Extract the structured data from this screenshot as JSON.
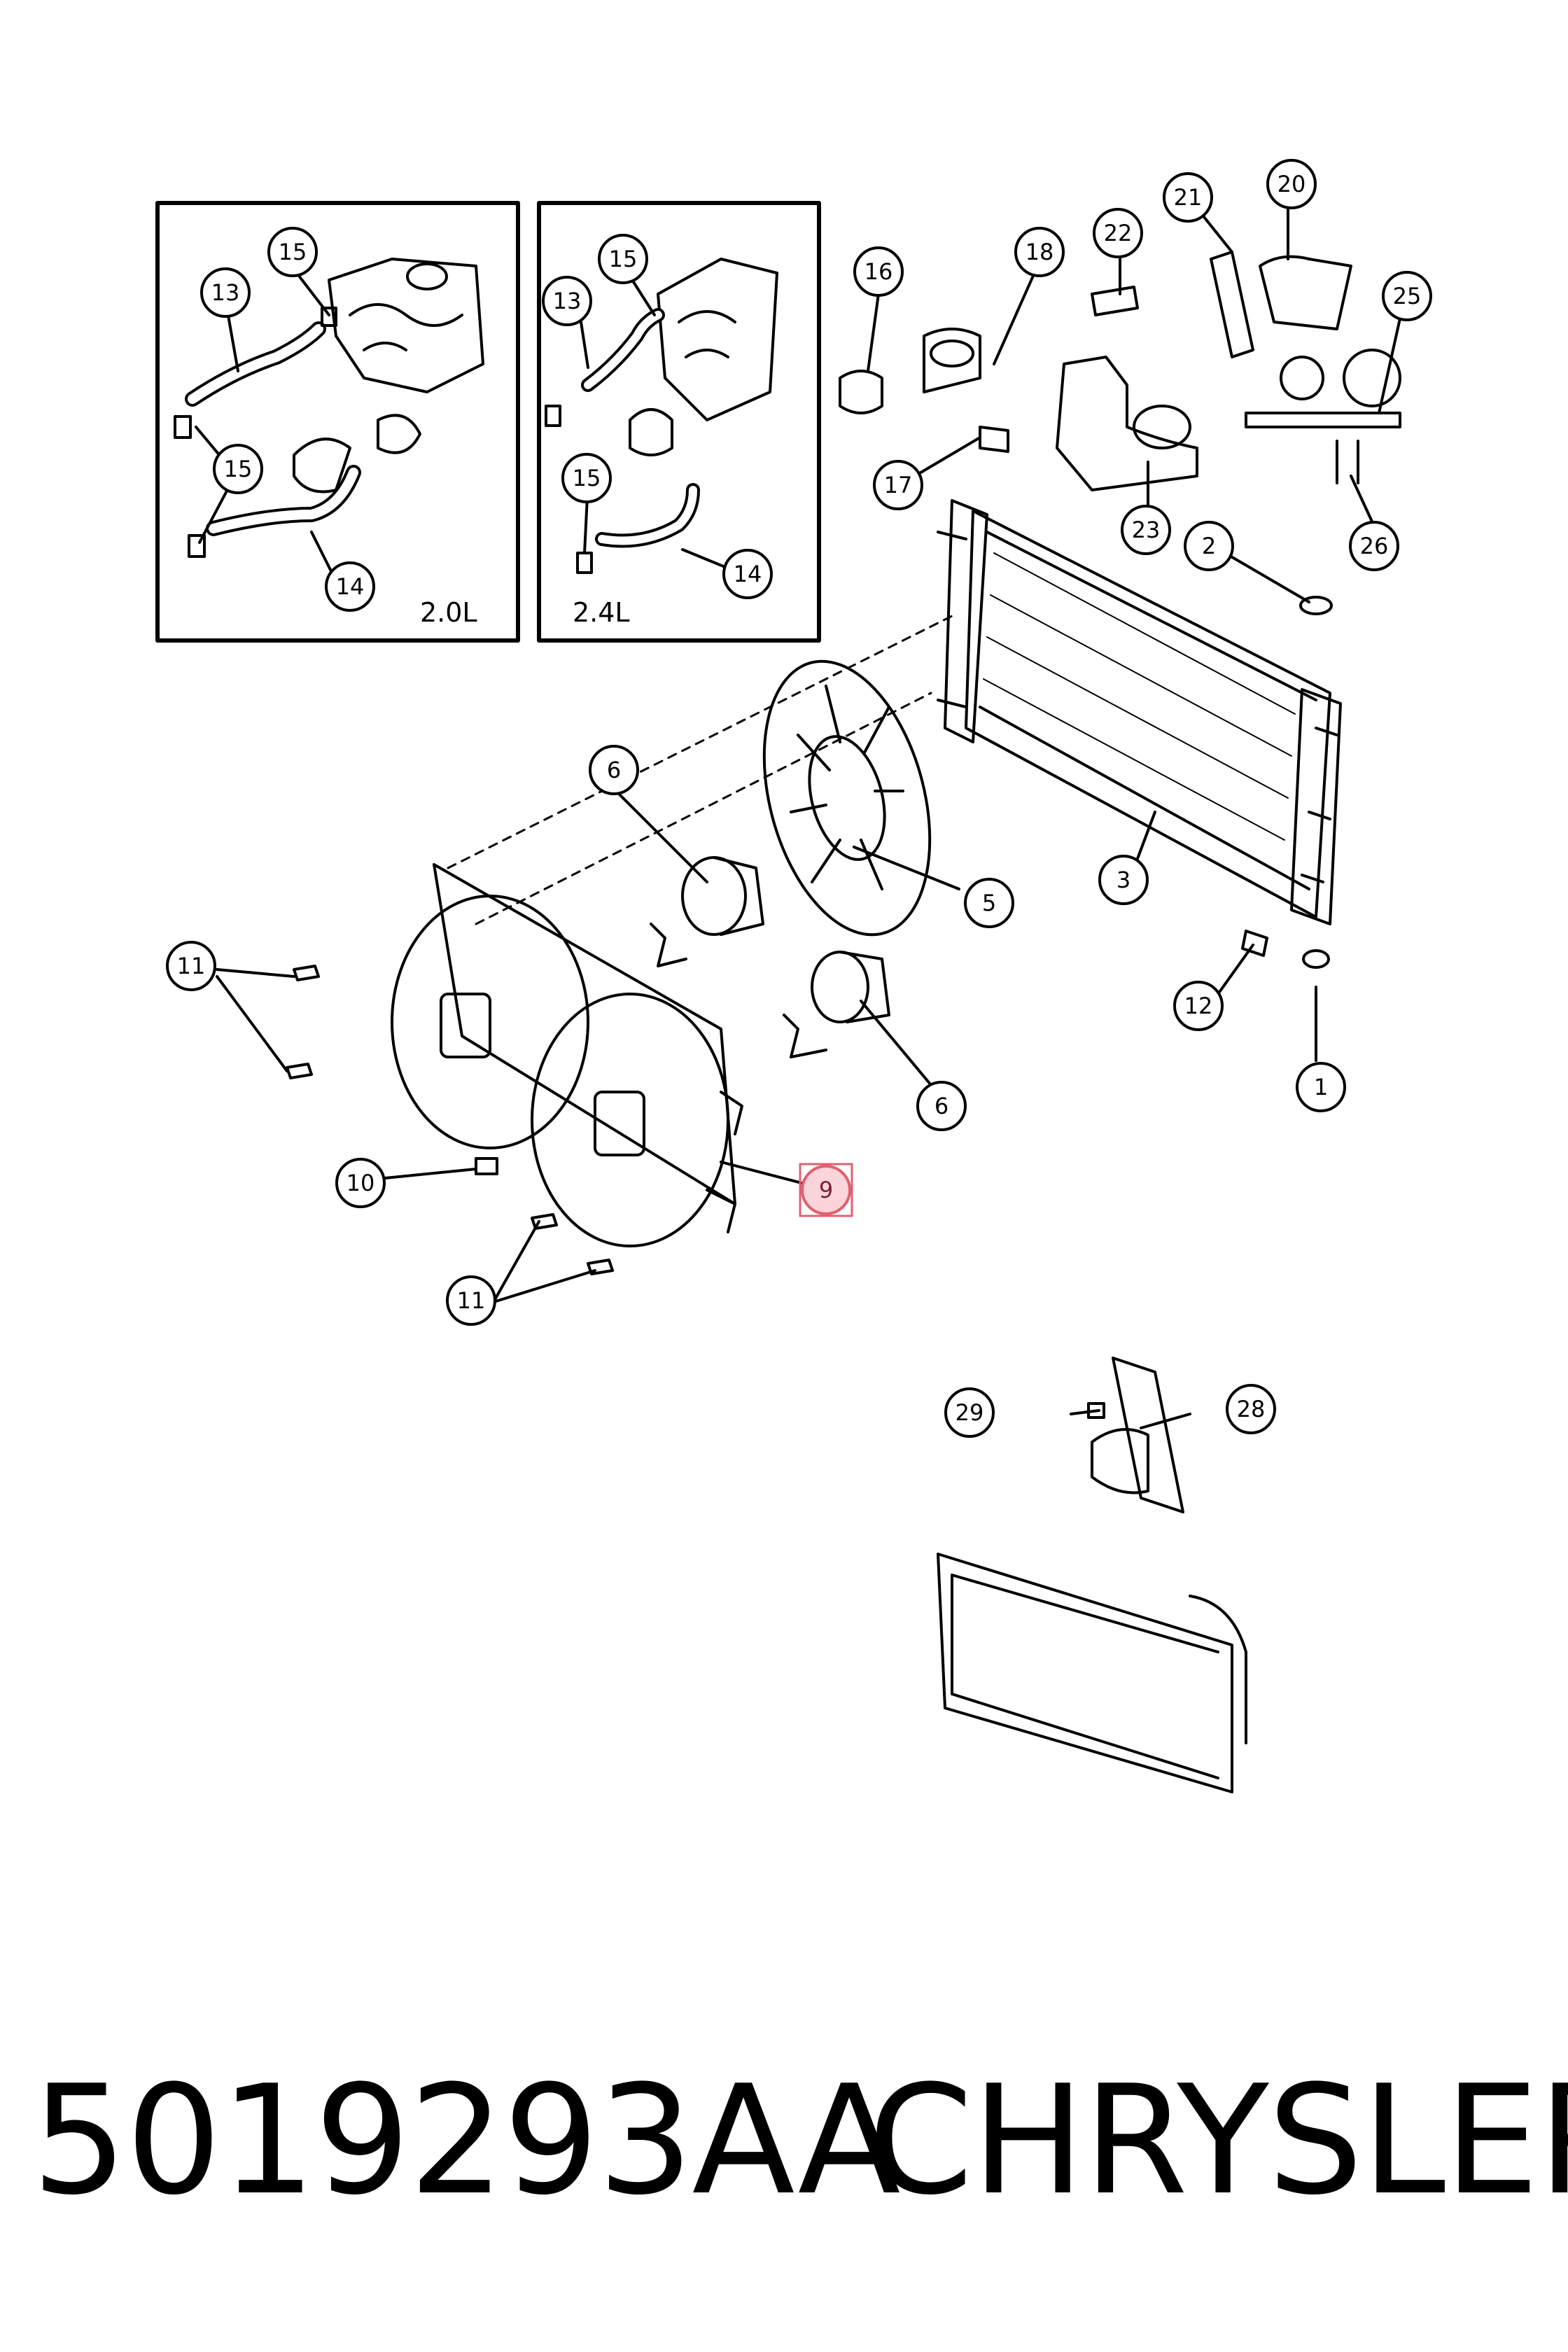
{
  "insets": [
    {
      "label": "2.0L"
    },
    {
      "label": "2.4L"
    }
  ],
  "callouts": {
    "c1": "1",
    "c2": "2",
    "c3": "3",
    "c5": "5",
    "c6a": "6",
    "c6b": "6",
    "c9": "9",
    "c10": "10",
    "c11a": "11",
    "c11b": "11",
    "c12": "12",
    "c13a": "13",
    "c13b": "13",
    "c14a": "14",
    "c14b": "14",
    "c15a": "15",
    "c15b": "15",
    "c15c": "15",
    "c15d": "15",
    "c16": "16",
    "c17": "17",
    "c18": "18",
    "c20": "20",
    "c21": "21",
    "c22": "22",
    "c23": "23",
    "c25": "25",
    "c26": "26",
    "c28": "28",
    "c29": "29"
  },
  "highlighted_callout": "9",
  "highlight_color": "#e06070",
  "caption": {
    "part_number": "5019293AA",
    "brand": "CHRYSLER"
  }
}
